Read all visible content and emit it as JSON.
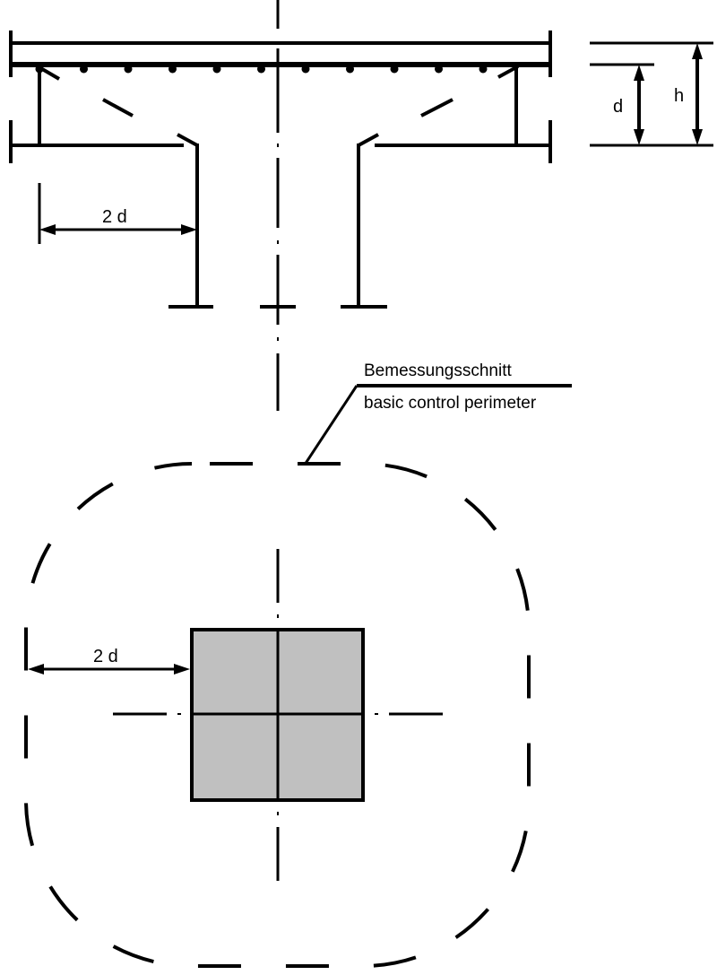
{
  "section": {
    "labels": {
      "d": "d",
      "h": "h",
      "two_d": "2 d"
    }
  },
  "plan": {
    "labels": {
      "two_d": "2 d"
    },
    "callout": {
      "line1": "Bemessungsschnitt",
      "line2": "basic control perimeter"
    }
  },
  "colors": {
    "line": "#000000",
    "column_fill": "#c0c0c0",
    "background": "#ffffff"
  }
}
